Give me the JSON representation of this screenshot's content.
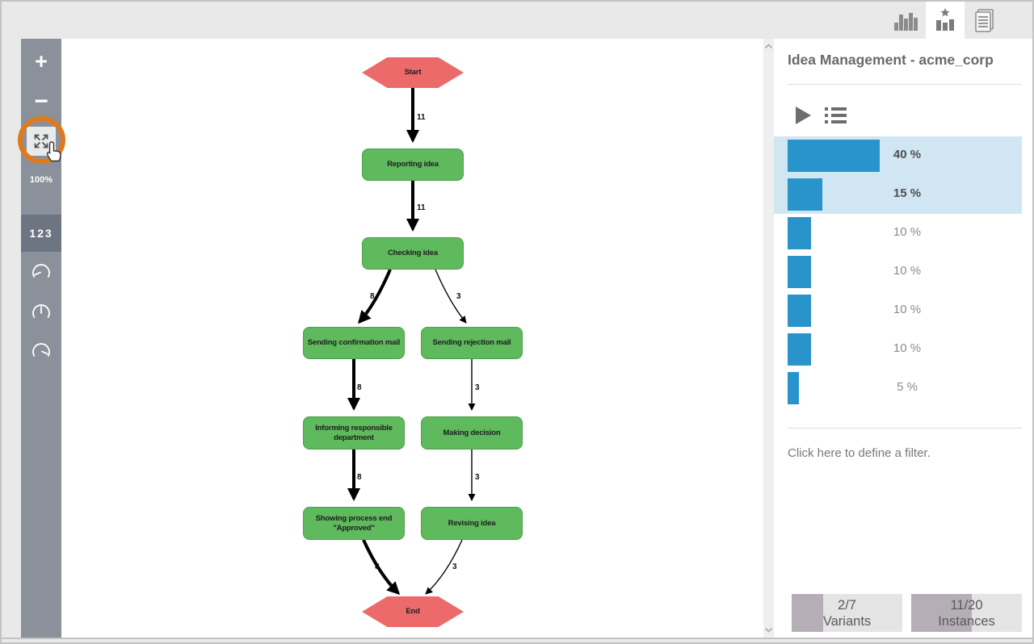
{
  "topbar": {
    "tabs": [
      {
        "icon": "bar-chart-icon",
        "selected": false
      },
      {
        "icon": "star-chart-icon",
        "selected": true
      },
      {
        "icon": "document-stack-icon",
        "selected": false
      }
    ]
  },
  "sidebar": {
    "zoom_in": "+",
    "zoom_out": "−",
    "fit_icon": "fit-to-screen-icon",
    "zoom_level": "100%",
    "counts_button": "123",
    "gauge_icons": [
      "gauge-low-icon",
      "gauge-mid-icon",
      "gauge-high-icon"
    ],
    "highlight_ring_color": "#e0791c"
  },
  "flowchart": {
    "colors": {
      "task_fill": "#5fb95d",
      "event_fill": "#ed6a6b"
    },
    "nodes": [
      {
        "id": "start",
        "type": "event",
        "label": "Start"
      },
      {
        "id": "reporting",
        "type": "task",
        "label": "Reporting idea"
      },
      {
        "id": "checking",
        "type": "task",
        "label": "Checking idea"
      },
      {
        "id": "confirm",
        "type": "task",
        "label": "Sending confirmation mail"
      },
      {
        "id": "reject",
        "type": "task",
        "label": "Sending rejection mail"
      },
      {
        "id": "inform",
        "type": "task",
        "label": "Informing responsible department"
      },
      {
        "id": "decision",
        "type": "task",
        "label": "Making decision"
      },
      {
        "id": "showing",
        "type": "task",
        "label": "Showing process end \"Approved\""
      },
      {
        "id": "revising",
        "type": "task",
        "label": "Revising idea"
      },
      {
        "id": "end",
        "type": "event",
        "label": "End"
      }
    ],
    "edges": [
      {
        "from": "start",
        "to": "reporting",
        "count": "11",
        "weight": "thick"
      },
      {
        "from": "reporting",
        "to": "checking",
        "count": "11",
        "weight": "thick"
      },
      {
        "from": "checking",
        "to": "confirm",
        "count": "8",
        "weight": "thick"
      },
      {
        "from": "checking",
        "to": "reject",
        "count": "3",
        "weight": "thin"
      },
      {
        "from": "confirm",
        "to": "inform",
        "count": "8",
        "weight": "thick"
      },
      {
        "from": "reject",
        "to": "decision",
        "count": "3",
        "weight": "thin"
      },
      {
        "from": "inform",
        "to": "showing",
        "count": "8",
        "weight": "thick"
      },
      {
        "from": "decision",
        "to": "revising",
        "count": "3",
        "weight": "thin"
      },
      {
        "from": "showing",
        "to": "end",
        "count": "8",
        "weight": "thick"
      },
      {
        "from": "revising",
        "to": "end",
        "count": "3",
        "weight": "thin"
      }
    ]
  },
  "panel": {
    "title": "Idea Management - acme_corp",
    "toolbar_icons": [
      "play-icon",
      "list-icon"
    ],
    "bar_color": "#2994cb",
    "selection_highlight_color": "#d0e6f3",
    "variants": [
      {
        "pct": 40,
        "label": "40 %",
        "selected": true
      },
      {
        "pct": 15,
        "label": "15 %",
        "selected": true
      },
      {
        "pct": 10,
        "label": "10 %",
        "selected": false
      },
      {
        "pct": 10,
        "label": "10 %",
        "selected": false
      },
      {
        "pct": 10,
        "label": "10 %",
        "selected": false
      },
      {
        "pct": 10,
        "label": "10 %",
        "selected": false
      },
      {
        "pct": 5,
        "label": "5 %",
        "selected": false
      }
    ],
    "filter_hint": "Click here to define a filter.",
    "stats": [
      {
        "value": "2/7",
        "label": "Variants",
        "fill_pct": 28.6
      },
      {
        "value": "11/20",
        "label": "Instances",
        "fill_pct": 55
      }
    ]
  }
}
